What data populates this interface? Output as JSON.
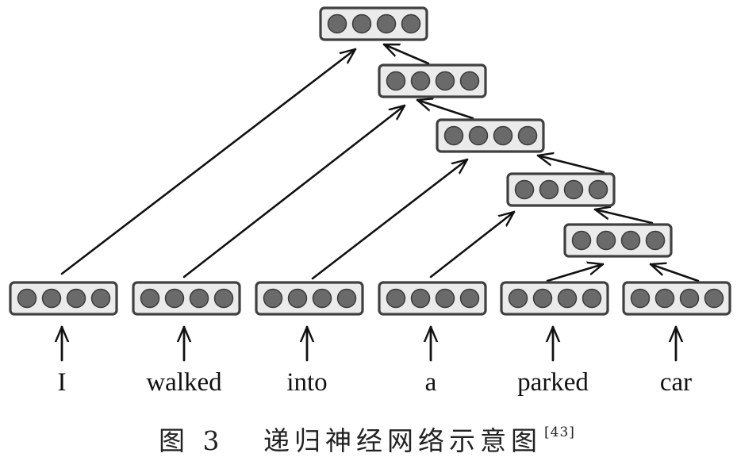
{
  "diagram": {
    "words": [
      "I",
      "walked",
      "into",
      "a",
      "parked",
      "car"
    ],
    "caption": {
      "text": "图 3   递归神经网络示意图",
      "reference": "[43]"
    },
    "colors": {
      "box_fill": "#ebebeb",
      "box_stroke": "#404040",
      "node_fill": "#6a6a6a",
      "node_stroke": "#3a3a3a",
      "edge": "#111111"
    },
    "vector_size": 4
  }
}
